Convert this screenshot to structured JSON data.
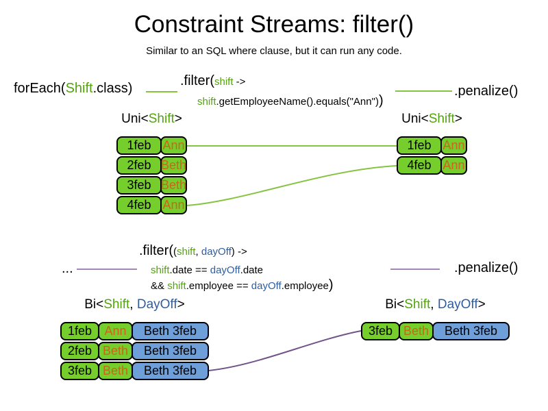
{
  "title": "Constraint Streams: filter()",
  "subtitle": "Similar to an SQL where clause, but it can run any code.",
  "colors": {
    "cell_green": "#76ce2c",
    "cell_blue": "#6f9fd8",
    "text_green": "#52a30d",
    "text_blue": "#2f5d9e",
    "text_orange": "#c8661b",
    "line_green": "#85c441",
    "line_purple_light": "#a285b5",
    "line_purple_dark": "#715289"
  },
  "section1": {
    "foreach_code": {
      "pre": "forEach(",
      "arg": "Shift",
      "post": ".class)"
    },
    "filter_code": {
      "method": ".filter(",
      "param": "shift",
      "arrow": " ->",
      "body_var": "shift",
      "body_rest": ".getEmployeeName().equals(\"Ann\")",
      "close": ")"
    },
    "penalize_code": ".penalize()",
    "left_table": {
      "header": {
        "pre": "Uni<",
        "type1": "Shift",
        "post": ">"
      },
      "rows": [
        {
          "date": "1feb",
          "name": "Ann"
        },
        {
          "date": "2feb",
          "name": "Beth"
        },
        {
          "date": "3feb",
          "name": "Beth"
        },
        {
          "date": "4feb",
          "name": "Ann"
        }
      ]
    },
    "right_table": {
      "header": {
        "pre": "Uni<",
        "type1": "Shift",
        "post": ">"
      },
      "rows": [
        {
          "date": "1feb",
          "name": "Ann"
        },
        {
          "date": "4feb",
          "name": "Ann"
        }
      ]
    }
  },
  "section2": {
    "ellipsis": "...",
    "filter_code": {
      "method": ".filter(",
      "open": "(",
      "param1": "shift",
      "sep": ", ",
      "param2": "dayOff",
      "close_arrow": ") ->",
      "line2_v1": "shift",
      "line2_t1": ".date == ",
      "line2_v2": "dayOff",
      "line2_t2": ".date",
      "line3_t0": "&& ",
      "line3_v1": "shift",
      "line3_t1": ".employee == ",
      "line3_v2": "dayOff",
      "line3_t2": ".employee",
      "line3_close": ")"
    },
    "penalize_code": ".penalize()",
    "left_table": {
      "header": {
        "pre": "Bi<",
        "type1": "Shift",
        "sep": ", ",
        "type2": "DayOff",
        "post": ">"
      },
      "rows": [
        {
          "date": "1feb",
          "name": "Ann",
          "pair": "Beth 3feb"
        },
        {
          "date": "2feb",
          "name": "Beth",
          "pair": "Beth 3feb"
        },
        {
          "date": "3feb",
          "name": "Beth",
          "pair": "Beth 3feb"
        }
      ]
    },
    "right_table": {
      "header": {
        "pre": "Bi<",
        "type1": "Shift",
        "sep": ", ",
        "type2": "DayOff",
        "post": ">"
      },
      "rows": [
        {
          "date": "3feb",
          "name": "Beth",
          "pair": "Beth 3feb"
        }
      ]
    }
  }
}
